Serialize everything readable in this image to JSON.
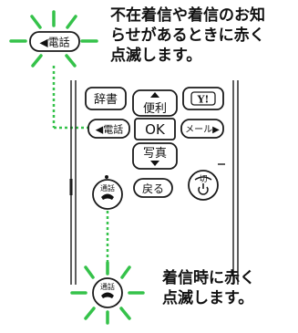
{
  "colors": {
    "flash": "#35c24a",
    "dotted_line": "#35c24a",
    "outline": "#1a1a1a"
  },
  "top_caption": {
    "lines": [
      "不在着信や着信のお知",
      "らせがあるときに赤く",
      "点滅します。"
    ]
  },
  "bottom_caption": {
    "lines": [
      "着信時に赤く",
      "点滅します。"
    ]
  },
  "keypad": {
    "jisho": "辞書",
    "benri": "便利",
    "yahoo": "Y!",
    "denwa": "◀電話",
    "ok": "OK",
    "mail": "メール▶",
    "shashin": "写真",
    "tsuwa": "通話",
    "modoru": "戻る",
    "kiri": "切"
  },
  "callout_top": {
    "label": "◀電話"
  },
  "callout_bottom": {
    "label": "通話"
  },
  "icons": [
    "phone-handset-icon",
    "power-icon",
    "up-arrow-icon",
    "down-arrow-icon",
    "flash-rays-icon"
  ]
}
